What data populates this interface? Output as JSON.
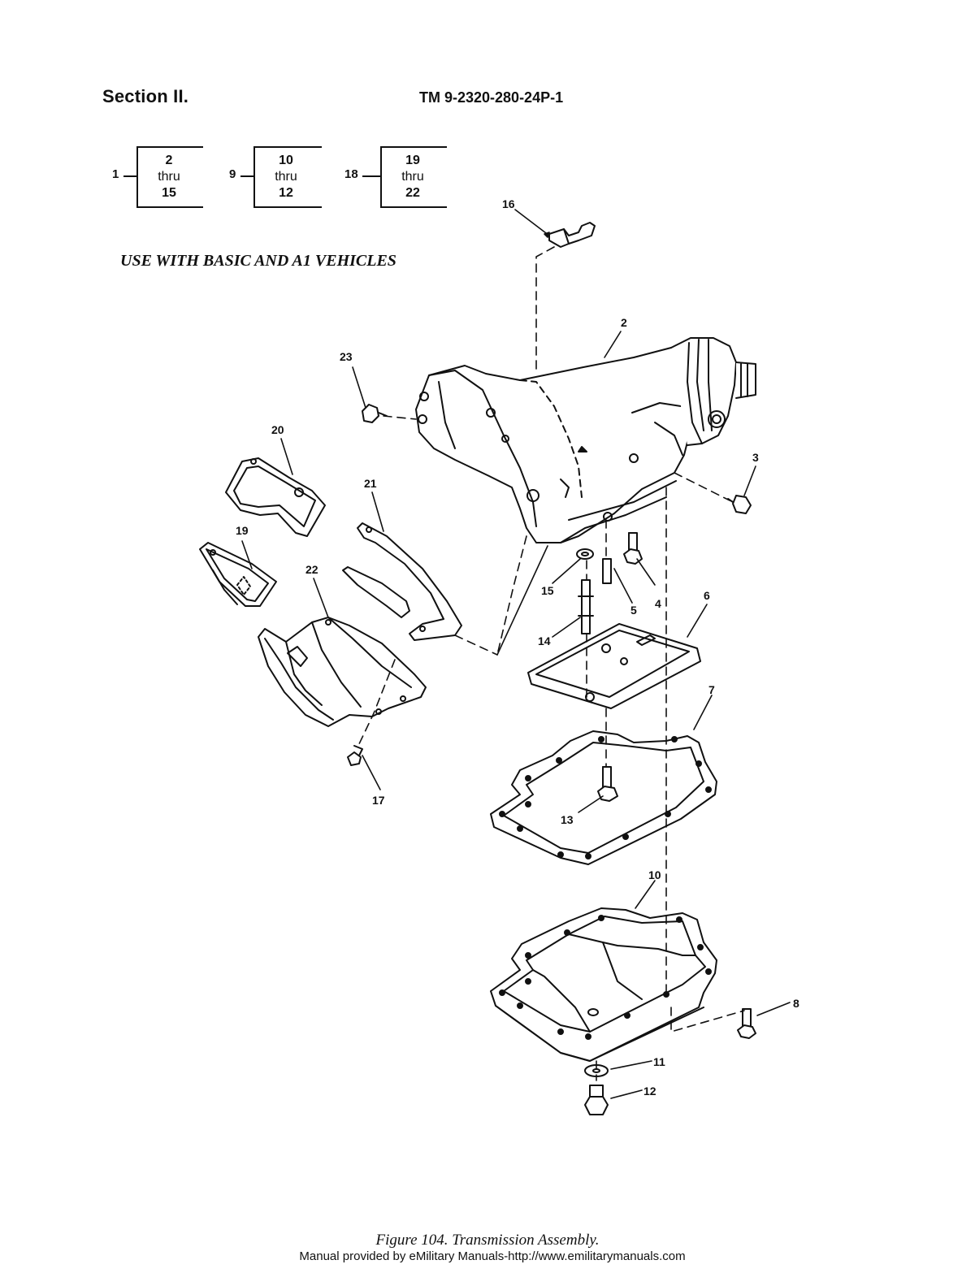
{
  "header": {
    "section": "Section II.",
    "doc_number": "TM 9-2320-280-24P-1"
  },
  "brackets": [
    {
      "item": "1",
      "from": "2",
      "thru": "thru",
      "to": "15"
    },
    {
      "item": "9",
      "from": "10",
      "thru": "thru",
      "to": "12"
    },
    {
      "item": "18",
      "from": "19",
      "thru": "thru",
      "to": "22"
    }
  ],
  "note": "USE WITH BASIC AND A1 VEHICLES",
  "callouts": [
    "2",
    "3",
    "4",
    "5",
    "6",
    "7",
    "8",
    "10",
    "11",
    "12",
    "13",
    "14",
    "15",
    "16",
    "17",
    "19",
    "20",
    "21",
    "22",
    "23"
  ],
  "caption": "Figure 104.  Transmission Assembly.",
  "footer": "Manual provided by eMilitary Manuals-http://www.emilitarymanuals.com"
}
